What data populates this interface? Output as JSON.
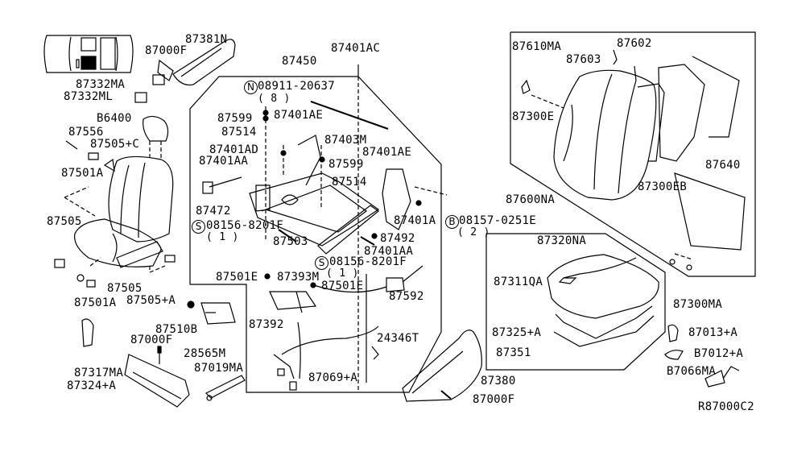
{
  "diagram": {
    "title": "Front Seat Parts Diagram",
    "reference_code": "R87000C2",
    "accent_color": "#000000",
    "background_color": "#ffffff",
    "labels": {
      "p87381N": "87381N",
      "p87000F_top": "87000F",
      "p87332MA": "87332MA",
      "p87332ML": "87332ML",
      "p86400": "B6400",
      "p87556": "87556",
      "p87505C": "87505+C",
      "p87501A_top": "87501A",
      "p87505_left": "87505",
      "p87505_bottom": "87505",
      "p87501A_bottom": "87501A",
      "p87505A": "87505+A",
      "p87510B": "87510B",
      "p87000F_mid": "87000F",
      "p28565M": "28565M",
      "p87019MA": "87019MA",
      "p87317MA": "87317MA",
      "p87324A": "87324+A",
      "p87450": "87450",
      "p87401AC": "87401AC",
      "n08911": "08911-20637",
      "n08911_qty": "( 8 )",
      "p87599_top": "87599",
      "p87401AE_top": "87401AE",
      "p87514_top": "87514",
      "p87403M": "87403M",
      "p87401AD": "87401AD",
      "p87401AE_right": "87401AE",
      "p87401AA_left": "87401AA",
      "p87599_mid": "87599",
      "p87514_mid": "87514",
      "p87472": "87472",
      "s08156_left": "08156-8201F",
      "s08156_left_qty": "( 1 )",
      "p87401A": "87401A",
      "b08157": "08157-0251E",
      "b08157_qty": "( 2 )",
      "p87492": "87492",
      "p87503": "87503",
      "p87401AA_right": "87401AA",
      "s08156_right": "08156-8201F",
      "s08156_right_qty": "( 1 )",
      "p87501E_left": "87501E",
      "p87393M": "87393M",
      "p87501E_right": "87501E",
      "p87592": "87592",
      "p87392": "87392",
      "p24346T": "24346T",
      "p87069A": "87069+A",
      "p87380": "87380",
      "p87000F_bottom": "87000F",
      "p87610MA": "87610MA",
      "p87602": "87602",
      "p87603": "87603",
      "p87300E": "87300E",
      "p87640": "87640",
      "p87300EB": "87300EB",
      "p87600NA": "87600NA",
      "p87320NA": "87320NA",
      "p87311QA": "87311QA",
      "p87300MA": "87300MA",
      "p87325A": "87325+A",
      "p87351": "87351",
      "p87013A": "87013+A",
      "p87012A": "B7012+A",
      "p87066MA": "B7066MA"
    },
    "markers": {
      "N": "N",
      "S": "S",
      "B": "B"
    }
  }
}
